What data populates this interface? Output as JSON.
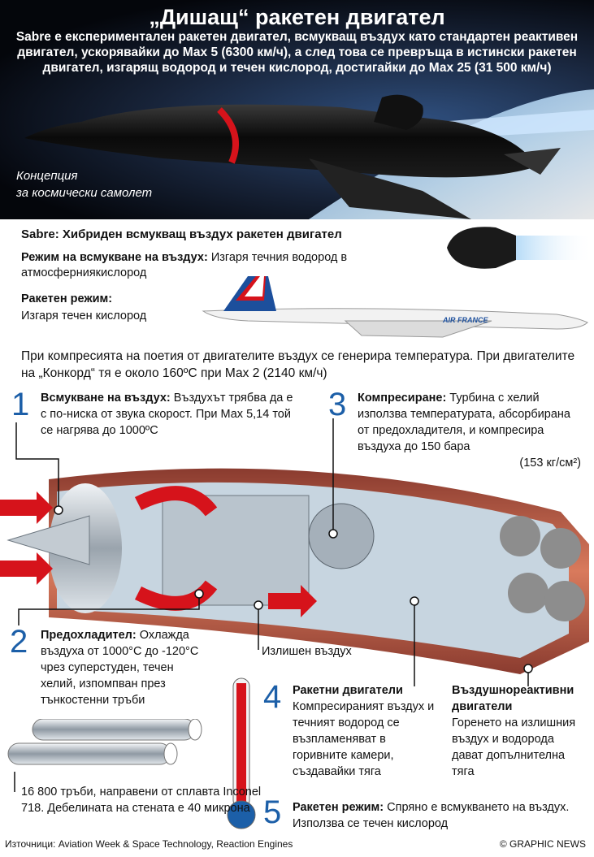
{
  "header": {
    "title": "„Дишащ“ ракетен двигател",
    "subtitle": "Sabre е експериментален ракетен двигател, всмукващ въздух като стандартен реактивен двигател, ускорявайки до Мах 5 (6300 км/ч), а след това се превръща в истински ракетен двигател, изгарящ водород и течен кислород, достигайки до Мах 25 (31 500 км/ч)"
  },
  "concept_label": {
    "line1": "Концепция",
    "line2": "за космически самолет"
  },
  "engine_modes": {
    "sabre_heading": "Sabre: Хибриден всмукващ въздух ракетен двигател",
    "air_mode_title": "Режим на всмукване на въздух:",
    "air_mode_text": " Изгаря течния водород в атмосферниякислород",
    "rocket_mode_title": "Ракетен режим:",
    "rocket_mode_text": "Изгаря течен кислород"
  },
  "concorde_livery": "AIR FRANCE",
  "intro": "При компресията на поетия от двигателите въздух се генерира температура. При двигателите на „Конкорд“ тя е около 160ºС при Мах 2 (2140 км/ч)",
  "steps": [
    {
      "num": "1",
      "title": "Всмукване на въздух:",
      "text": " Въздухът трябва да е с по-ниска от звука скорост. При Мах 5,14 той се нагрява до 1000ºС"
    },
    {
      "num": "2",
      "title": "Предохладител:",
      "text": " Охлажда въздуха от 1000°С до -120°С чрез суперстуден, течен хелий, изпомпван през тънкостенни тръби"
    },
    {
      "num": "3",
      "title": "Компресиране:",
      "text": " Турбина с хелий използва температурата, абсорбирана от предохладителя, и компресира въздуха до 150 бара",
      "extra": "(153 кг/см²)"
    },
    {
      "num": "4",
      "title": "Ракетни двигатели",
      "text": "Компресираният въздух и течният водород се възпламеняват в горивните камери, създавайки тяга"
    },
    {
      "num": "5",
      "title": "Ракетен режим:",
      "text": " Спряно е всмукването на въздух. Използва се течен кислород"
    }
  ],
  "airbreathing": {
    "title": "Въздушнореактивни двигатели",
    "text": "Горенето на излишния въздух и водорода дават допълнителна тяга"
  },
  "excess_air": "Излишен въздух",
  "tubes_note": "16 800 тръби, направени от сплавта Inconel 718. Дебелината на стената е 40 микрона",
  "footer": {
    "sources": "Източници: Aviation Week & Space Technology, Reaction Engines",
    "copyright": "© GRAPHIC NEWS"
  },
  "colors": {
    "accent_blue": "#1c5fa8",
    "arrow_red": "#d6131b",
    "hero_dark": "#04060b"
  }
}
